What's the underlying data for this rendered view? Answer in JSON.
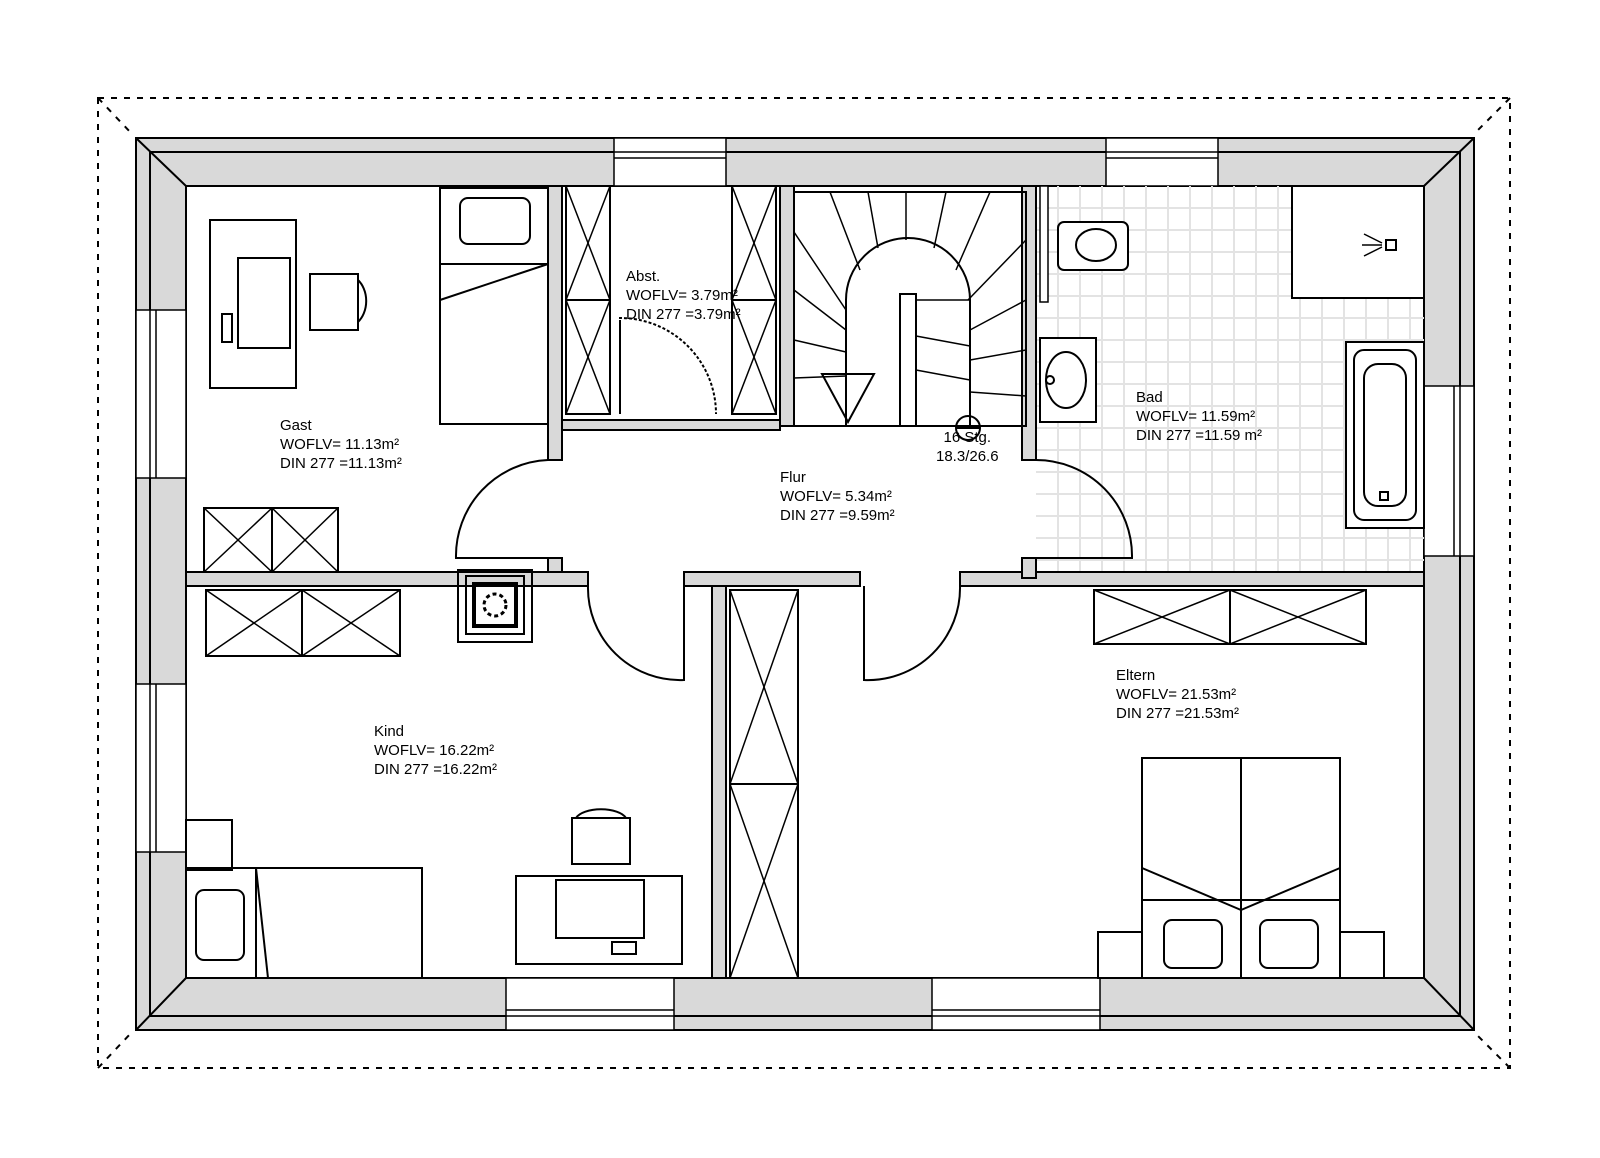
{
  "rooms": {
    "gast": {
      "name": "Gast",
      "wofl": "WOFLV= 11.13m²",
      "din": "DIN 277 =11.13m²"
    },
    "abst": {
      "name": "Abst.",
      "wofl": "WOFLV= 3.79m²",
      "din": "DIN 277 =3.79m²"
    },
    "flur": {
      "name": "Flur",
      "wofl": "WOFLV= 5.34m²",
      "din": "DIN 277 =9.59m²"
    },
    "bad": {
      "name": "Bad",
      "wofl": "WOFLV= 11.59m²",
      "din": "DIN 277 =11.59 m²"
    },
    "kind": {
      "name": "Kind",
      "wofl": "WOFLV= 16.22m²",
      "din": "DIN 277 =16.22m²"
    },
    "eltern": {
      "name": "Eltern",
      "wofl": "WOFLV= 21.53m²",
      "din": "DIN 277 =21.53m²"
    }
  },
  "stairs": {
    "steps": "16 Stg.",
    "ratio": "18.3/26.6"
  },
  "colors": {
    "wall_fill": "#d9d9d9",
    "line": "#000000",
    "tile": "#e3e3e3"
  }
}
